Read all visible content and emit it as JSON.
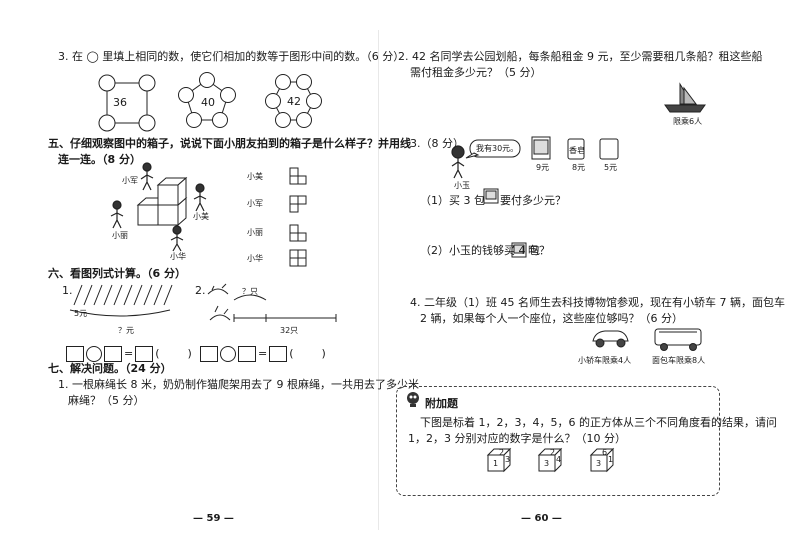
{
  "left": {
    "q3": {
      "text": "3. 在 ◯ 里填上相同的数，使它们相加的数等于图形中间的数。（6 分）",
      "figures": [
        "36",
        "40",
        "42"
      ]
    },
    "q5": {
      "line1": "五、仔细观察图中的箱子，说说下面小朋友拍到的箱子是什么样子？并用线",
      "line2": "连一连。（8 分）",
      "people": [
        "小军",
        "小美",
        "小丽",
        "小华"
      ],
      "right_names": [
        "小美",
        "小军",
        "小丽",
        "小华"
      ]
    },
    "q6": {
      "title": "六、看图列式计算。（6 分）",
      "n1": "1.",
      "n2": "2.",
      "price": "5元",
      "q_yuan": "？元",
      "q_only": "？只",
      "total": "32只"
    },
    "q7": {
      "title": "七、解决问题。（24 分）",
      "p1_line1": "1. 一根麻绳长 8 米，奶奶制作猫爬架用去了 9 根麻绳，一共用去了多少米",
      "p1_line2": "麻绳？（5 分）"
    },
    "page_number": "— 59 —"
  },
  "right": {
    "p2": {
      "line1": "2. 42 名同学去公园划船，每条船租金 9 元，至少需要租几条船？租这些船",
      "line2": "需付租金多少元？（5 分）",
      "boat_label": "限乘6人"
    },
    "p3": {
      "label": "3.（8 分）",
      "speech": "我有30元。",
      "person": "小玉",
      "prices": [
        "9元",
        "8元",
        "5元"
      ],
      "item_label": "香皂",
      "sub1": "（1）买 3 包",
      "sub1_tail": "要付多少元？",
      "sub2": "（2）小玉的钱够买 4 包",
      "sub2_tail": "吗？"
    },
    "p4": {
      "line1": "4. 二年级（1）班 45 名师生去科技博物馆参观，现在有小轿车 7 辆，面包车",
      "line2": "2 辆，如果每个人一个座位，这些座位够吗？（6 分）",
      "car_label": "小轿车限乘4人",
      "van_label": "面包车限乘8人"
    },
    "bonus": {
      "title": "附加题",
      "line1": "下图是标着 1，2，3，4，5，6 的正方体从三个不同角度看的结果，请问",
      "line2": "1，2，3 分别对应的数字是什么？（10 分）",
      "cubes": [
        {
          "front": "1",
          "top": "2",
          "side": "3"
        },
        {
          "front": "3",
          "top": "2",
          "side": "4"
        },
        {
          "front": "3",
          "top": "6",
          "side": "1"
        }
      ]
    },
    "page_number": "— 60 —"
  }
}
